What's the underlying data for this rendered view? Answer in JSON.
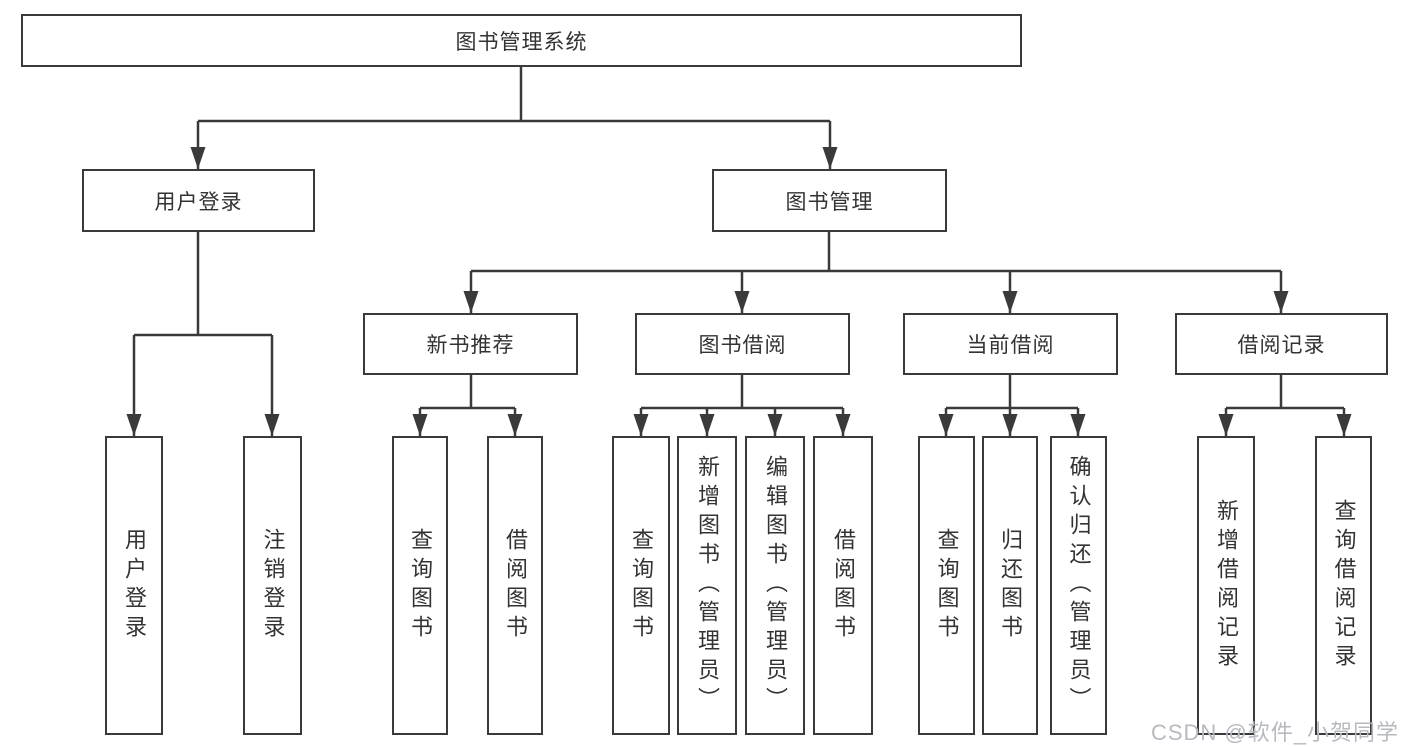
{
  "tree": {
    "root": {
      "label": "图书管理系统",
      "children": [
        {
          "label": "用户登录",
          "children": [
            {
              "label": "用户登录"
            },
            {
              "label": "注销登录"
            }
          ]
        },
        {
          "label": "图书管理",
          "children": [
            {
              "label": "新书推荐",
              "children": [
                {
                  "label": "查询图书"
                },
                {
                  "label": "借阅图书"
                }
              ]
            },
            {
              "label": "图书借阅",
              "children": [
                {
                  "label": "查询图书"
                },
                {
                  "label": "新增图书（管理员）"
                },
                {
                  "label": "编辑图书（管理员）"
                },
                {
                  "label": "借阅图书"
                }
              ]
            },
            {
              "label": "当前借阅",
              "children": [
                {
                  "label": "查询图书"
                },
                {
                  "label": "归还图书"
                },
                {
                  "label": "确认归还（管理员）"
                }
              ]
            },
            {
              "label": "借阅记录",
              "children": [
                {
                  "label": "新增借阅记录"
                },
                {
                  "label": "查询借阅记录"
                }
              ]
            }
          ]
        }
      ]
    }
  },
  "watermark": "CSDN @软件_小贺同学",
  "colors": {
    "line": "#3a3a3a",
    "text": "#333333",
    "background": "#ffffff",
    "watermark": "#b6bac0"
  }
}
